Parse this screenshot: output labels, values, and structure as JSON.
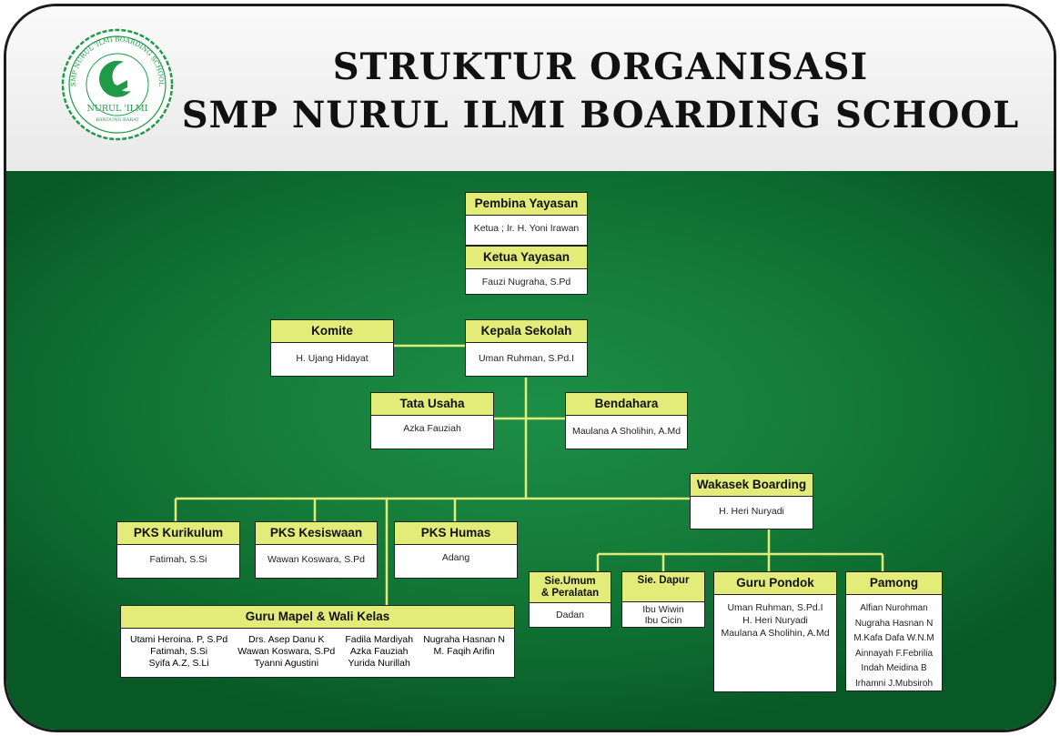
{
  "title": {
    "line1": "STRUKTUR ORGANISASI",
    "line2": "SMP NURUL ILMI BOARDING SCHOOL"
  },
  "logo": {
    "ring_text": "SMP NURUL 'ILMI BOARDING SCHOOL",
    "name": "NURUL 'ILMI",
    "place": "BANDUNG BARAT",
    "color": "#1f9a47"
  },
  "colors": {
    "header_fill": "#e3ec79",
    "line": "#e3ec79",
    "background_green": "#157c3a"
  },
  "org": {
    "pembina": {
      "title": "Pembina Yayasan",
      "people": [
        "Ketua ; Ir. H. Yoni Irawan"
      ]
    },
    "ketua": {
      "title": "Ketua Yayasan",
      "people": [
        "Fauzi Nugraha, S.Pd"
      ]
    },
    "komite": {
      "title": "Komite",
      "people": [
        "H. Ujang Hidayat"
      ]
    },
    "kepsek": {
      "title": "Kepala Sekolah",
      "people": [
        "Uman Ruhman, S.Pd.I"
      ]
    },
    "tu": {
      "title": "Tata Usaha",
      "people": [
        "Azka Fauziah"
      ]
    },
    "bendahara": {
      "title": "Bendahara",
      "people": [
        "Maulana A Sholihin, A.Md"
      ]
    },
    "wakasek": {
      "title": "Wakasek Boarding",
      "people": [
        "H. Heri Nuryadi"
      ]
    },
    "kurikulum": {
      "title": "PKS Kurikulum",
      "people": [
        "Fatimah, S.Si"
      ]
    },
    "kesiswaan": {
      "title": "PKS Kesiswaan",
      "people": [
        "Wawan Koswara, S.Pd"
      ]
    },
    "humas": {
      "title": "PKS Humas",
      "people": [
        "Adang"
      ]
    },
    "sieumum": {
      "title_l1": "Sie.Umum",
      "title_l2": "& Peralatan",
      "people": [
        "Dadan"
      ]
    },
    "siedapur": {
      "title": "Sie. Dapur",
      "people": [
        "Ibu Wiwin",
        "Ibu Cicin"
      ]
    },
    "gurupondok": {
      "title": "Guru Pondok",
      "people": [
        "Uman Ruhman, S.Pd.I",
        "H. Heri Nuryadi",
        "Maulana A Sholihin, A.Md"
      ]
    },
    "pamong": {
      "title": "Pamong",
      "people": [
        "Alfian Nurohman",
        "Nugraha Hasnan N",
        "M.Kafa Dafa W.N.M",
        "Ainnayah F.Febrilia",
        "Indah Meidina B",
        "Irhamni J.Mubsiroh"
      ]
    },
    "gurumapel": {
      "title": "Guru Mapel & Wali Kelas",
      "columns": [
        [
          "Utami Heroina. P, S.Pd",
          "Fatimah, S.Si",
          "Syifa A.Z, S.Li"
        ],
        [
          "Drs. Asep Danu K",
          "Wawan Koswara, S.Pd",
          "Tyanni Agustini"
        ],
        [
          "Fadila Mardiyah",
          "Azka Fauziah",
          "Yurida Nurillah"
        ],
        [
          "Nugraha Hasnan N",
          "M. Faqih Arifin"
        ]
      ]
    }
  }
}
